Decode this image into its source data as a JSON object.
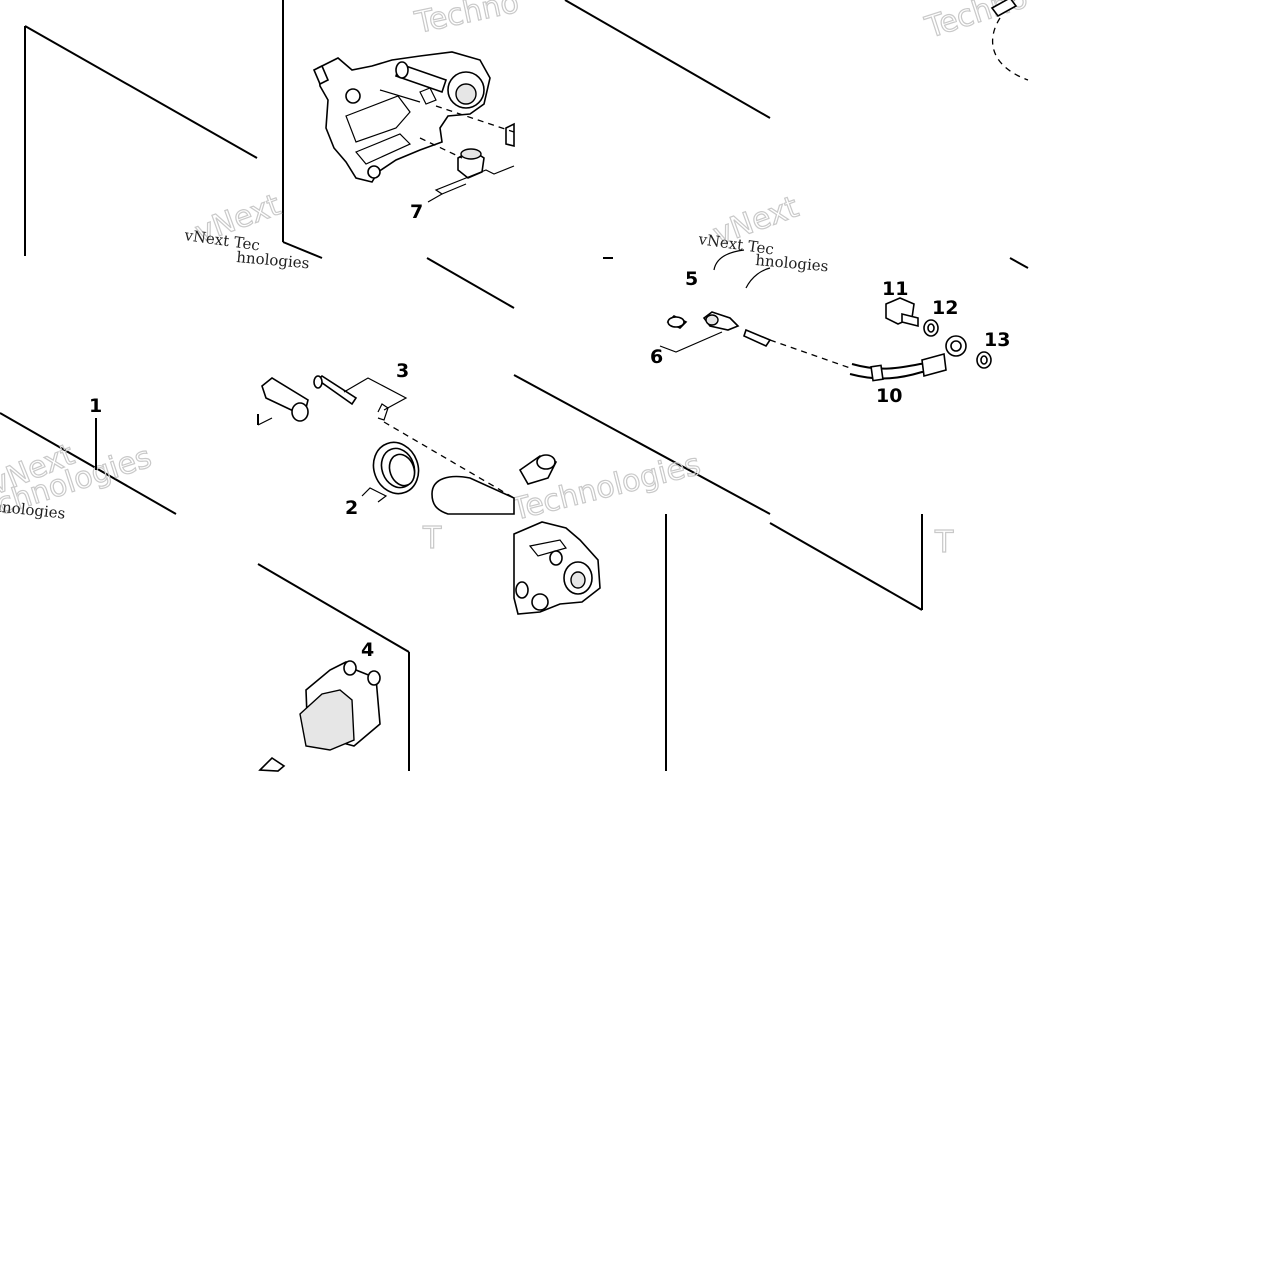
{
  "diagram": {
    "callouts": {
      "c1": "1",
      "c2": "2",
      "c3": "3",
      "c4": "4",
      "c5": "5",
      "c6": "6",
      "c7": "7",
      "c10": "10",
      "c11": "11",
      "c12": "12",
      "c13": "13"
    },
    "watermarks": {
      "gray_technologies": "Technologies",
      "gray_vnext": "vNext",
      "gray_technologies_short": "Techno",
      "gray_t": "T",
      "serif_vnext_tec": "vNext Tec",
      "serif_nologies": "hnologies"
    }
  }
}
